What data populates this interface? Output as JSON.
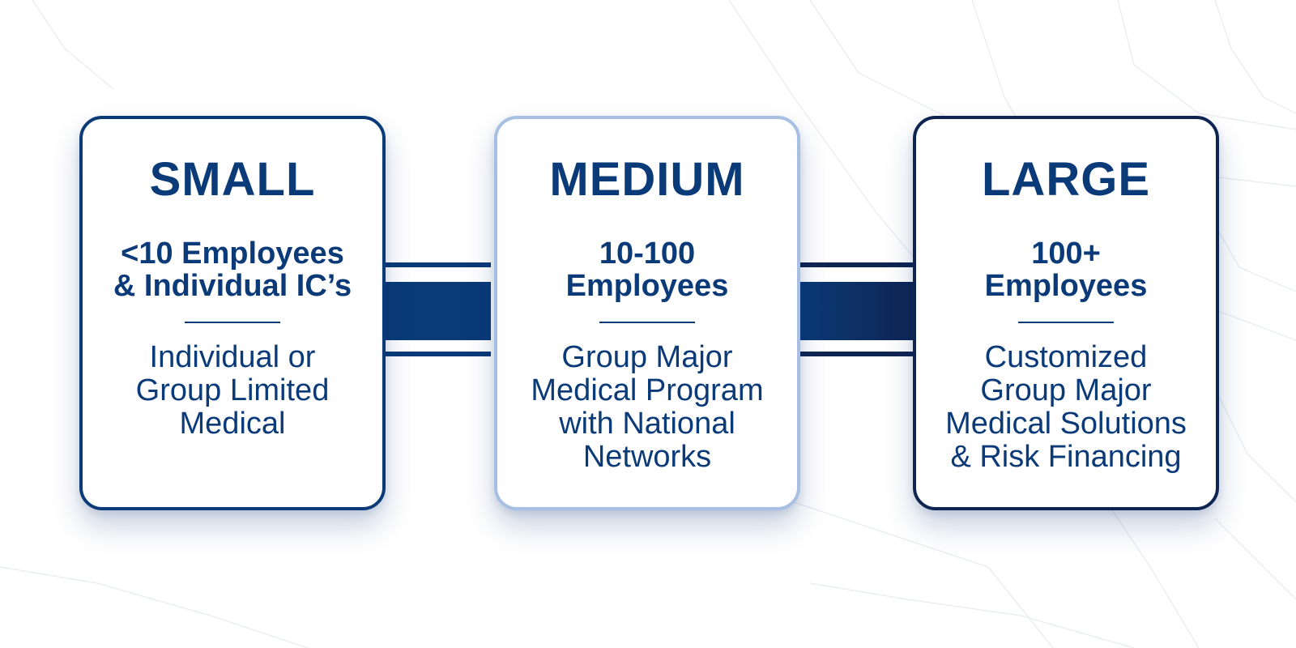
{
  "colors": {
    "navy": "#0b3a78",
    "navy_dark": "#0f2551",
    "border_light": "#a7bfe3",
    "text": "#0b3a78",
    "map_lines": "#e4e8ef"
  },
  "cards": [
    {
      "title": "SMALL",
      "subtitle_lines": [
        "<10 Employees",
        "& Individual IC’s"
      ],
      "description_lines": [
        "Individual or",
        "Group Limited",
        "Medical"
      ],
      "border_color": "#0b3a78"
    },
    {
      "title": "MEDIUM",
      "subtitle_lines": [
        "10-100",
        "Employees"
      ],
      "description_lines": [
        "Group Major",
        "Medical Program",
        "with National",
        "Networks"
      ],
      "border_color": "#a7bfe3"
    },
    {
      "title": "LARGE",
      "subtitle_lines": [
        "100+",
        "Employees"
      ],
      "description_lines": [
        "Customized",
        "Group Major",
        "Medical Solutions",
        "& Risk Financing"
      ],
      "border_color": "#0f2551"
    }
  ]
}
